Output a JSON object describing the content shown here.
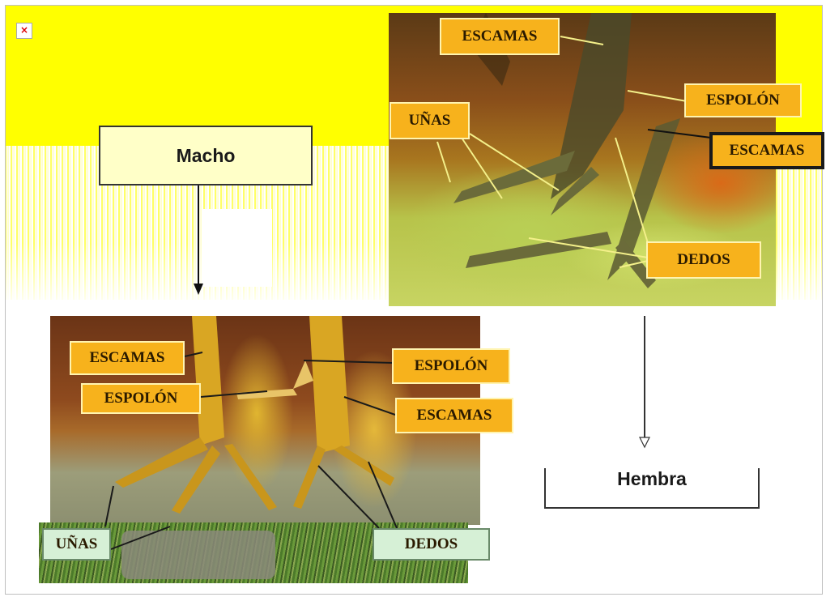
{
  "boxes": {
    "macho": "Macho",
    "hembra": "Hembra"
  },
  "top_photo_labels": {
    "escamas_top": "ESCAMAS",
    "espolon": "ESPOLÓN",
    "unas": "UÑAS",
    "escamas_right": "ESCAMAS",
    "dedos": "DEDOS"
  },
  "bottom_photo_labels": {
    "escamas_left": "ESCAMAS",
    "espolon_left": "ESPOLÓN",
    "espolon_right": "ESPOLÓN",
    "escamas_right": "ESCAMAS",
    "unas": "UÑAS",
    "dedos": "DEDOS"
  },
  "icons": {
    "broken_image": "broken-image-icon"
  },
  "colors": {
    "background_yellow": "#ffff00",
    "label_orange": "#f7b21c",
    "label_green": "#d6f0d6"
  }
}
